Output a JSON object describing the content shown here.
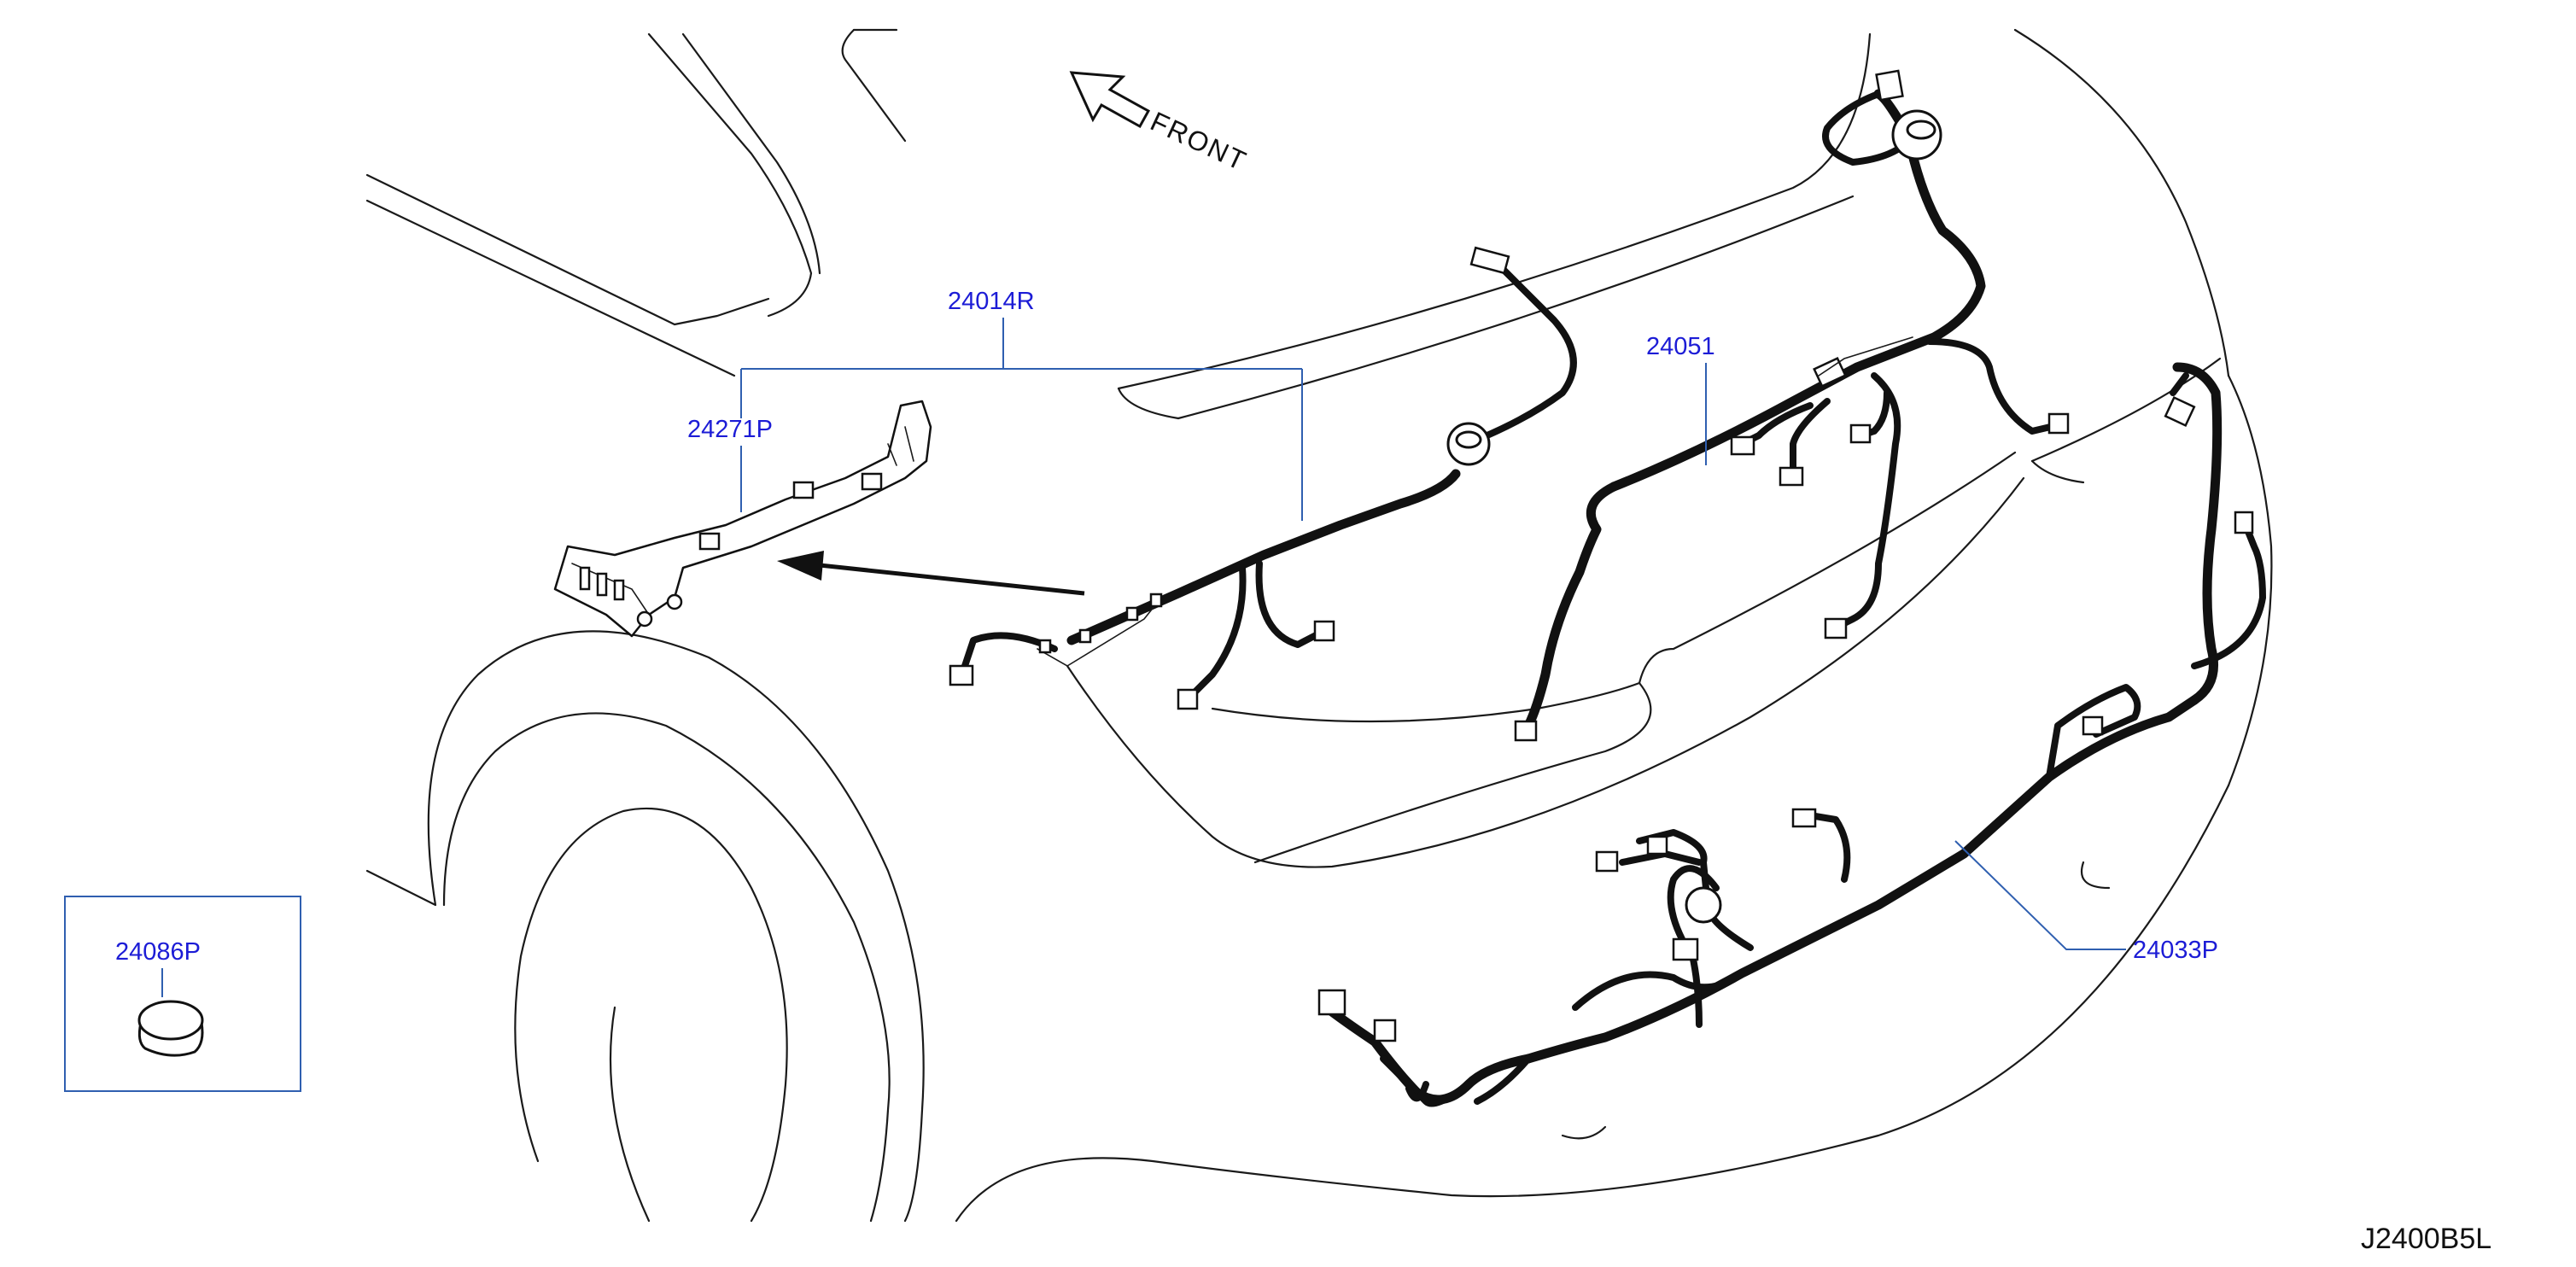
{
  "direction_label": "FRONT",
  "parts": {
    "p24014R": "24014R",
    "p24271P": "24271P",
    "p24051": "24051",
    "p24033P": "24033P",
    "p24086P": "24086P"
  },
  "diagram_code": "J2400B5L",
  "colors": {
    "label_text": "#1c1cd6",
    "leader_line": "#2f5fb0",
    "linework": "#111111"
  }
}
